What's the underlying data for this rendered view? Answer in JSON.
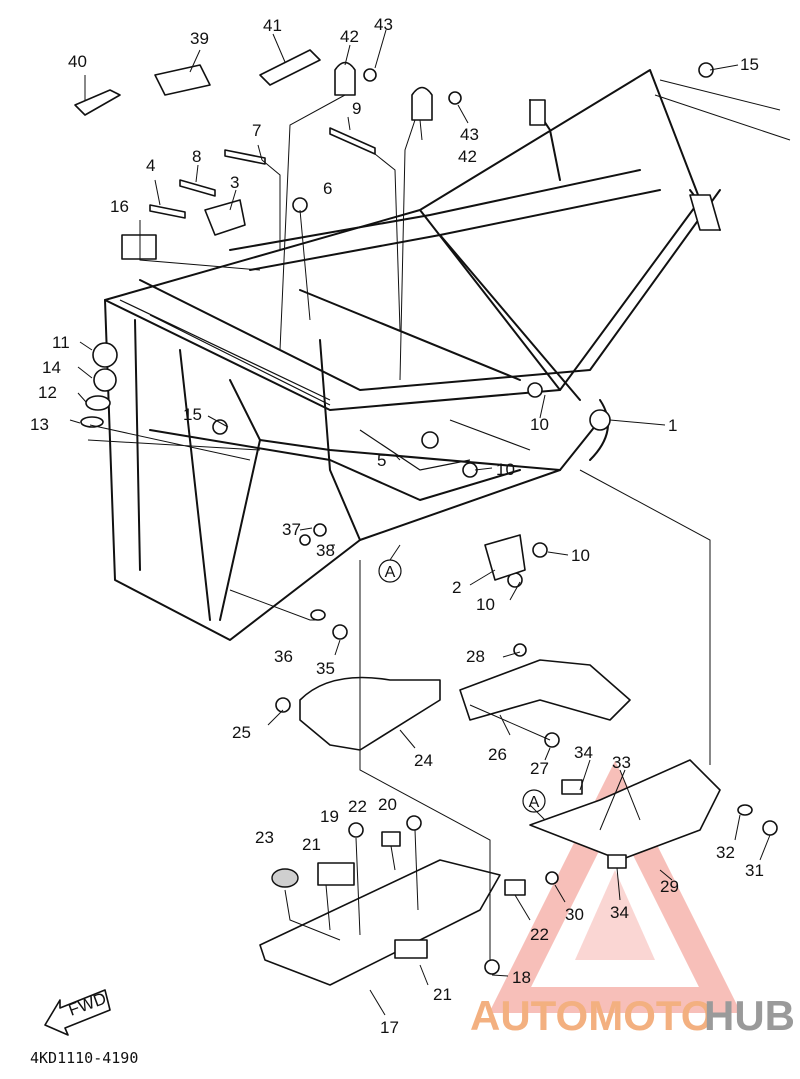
{
  "diagram_code": "4KD1110-4190",
  "fwd_label": "FWD",
  "ref_marker": "A",
  "watermark": {
    "part1": "AUTOMOTO",
    "part2": "HUB",
    "accent": "#f08a80",
    "text_color": "#f3b080",
    "hub_color": "#9a9a9a"
  },
  "part_numbers": [
    "1",
    "2",
    "3",
    "4",
    "5",
    "6",
    "7",
    "8",
    "9",
    "10",
    "10",
    "10",
    "10",
    "10",
    "11",
    "12",
    "13",
    "14",
    "15",
    "15",
    "16",
    "17",
    "18",
    "19",
    "20",
    "21",
    "21",
    "22",
    "22",
    "23",
    "24",
    "25",
    "26",
    "27",
    "28",
    "29",
    "30",
    "31",
    "32",
    "33",
    "34",
    "34",
    "35",
    "36",
    "37",
    "38",
    "39",
    "40",
    "41",
    "42",
    "42",
    "43",
    "43"
  ]
}
